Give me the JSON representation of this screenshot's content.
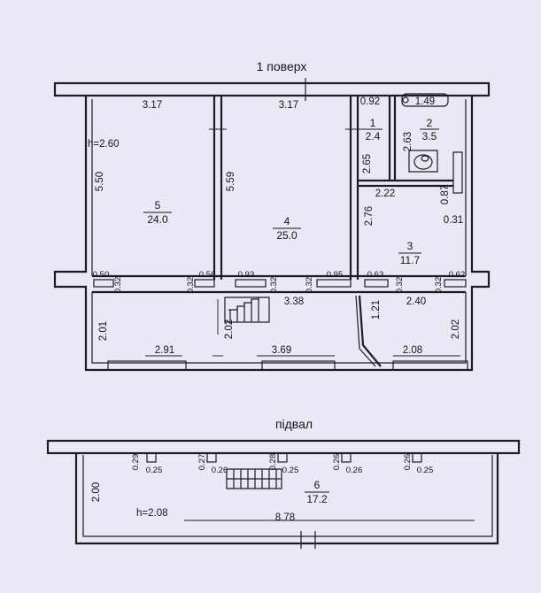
{
  "floor1": {
    "title": "1 поверх",
    "ceiling_height": "h=2.60",
    "rooms": [
      {
        "number": "5",
        "area": "24.0"
      },
      {
        "number": "4",
        "area": "25.0"
      },
      {
        "number": "1",
        "area": "2.4"
      },
      {
        "number": "2",
        "area": "3.5"
      },
      {
        "number": "3",
        "area": "11.7"
      }
    ],
    "dimensions": {
      "room5_width": "3.17",
      "room4_width": "3.17",
      "room1_width": "0.92",
      "room2_width": "1.49",
      "room5_depth": "5.50",
      "room4_depth": "5.59",
      "room2_depth": "2.63",
      "room1_depth": "2.65",
      "hall_width": "2.22",
      "wall_087": "0.87",
      "wall_031": "0.31",
      "room3_depth": "2.76",
      "pier_050": "0.50",
      "pier_032a": "0.32",
      "pier_032b": "0.32",
      "pier_056": "0.56",
      "pier_093": "0.93",
      "pier_032c": "0.32",
      "pier_032d": "0.32",
      "pier_095": "0.95",
      "pier_063": "0.63",
      "pier_032e": "0.32",
      "pier_032f": "0.32",
      "pier_062": "0.62",
      "stair_width": "3.38",
      "corridor_121": "1.21",
      "corridor_240": "2.40",
      "porch_left_depth": "2.01",
      "porch_mid_depth": "2.02",
      "porch_right_depth": "2.02",
      "porch_left_width": "2.91",
      "porch_mid_width": "3.69",
      "porch_right_width": "2.08"
    }
  },
  "basement": {
    "title": "підвал",
    "ceiling_height": "h=2.08",
    "room": {
      "number": "6",
      "area": "17.2"
    },
    "dimensions": {
      "depth": "2.00",
      "length": "8.78",
      "n029": "0.29",
      "n025a": "0.25",
      "n027": "0.27",
      "n026a": "0.26",
      "n028": "0.28",
      "n025b": "0.25",
      "n026b": "0.26",
      "n026c": "0.26",
      "n026d": "0.26",
      "n025c": "0.25"
    }
  }
}
